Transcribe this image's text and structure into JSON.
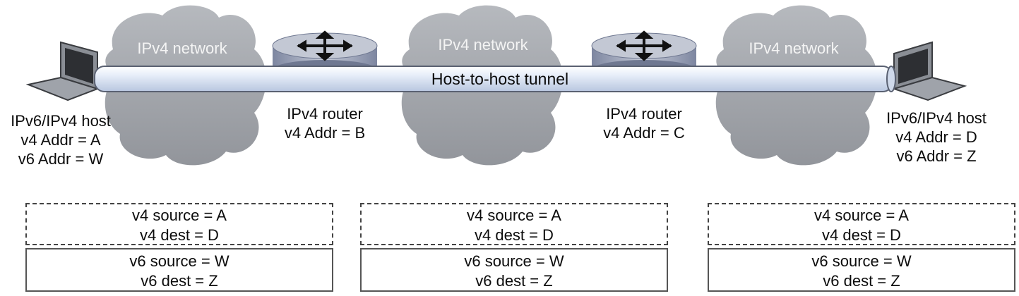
{
  "network_label": "IPv4 network",
  "tunnel_label": "Host-to-host tunnel",
  "host_left": {
    "title": "IPv6/IPv4 host",
    "v4": "v4 Addr = A",
    "v6": "v6 Addr = W"
  },
  "host_right": {
    "title": "IPv6/IPv4 host",
    "v4": "v4 Addr = D",
    "v6": "v6 Addr = Z"
  },
  "router_left": {
    "title": "IPv4 router",
    "v4": "v4 Addr = B"
  },
  "router_right": {
    "title": "IPv4 router",
    "v4": "v4 Addr = C"
  },
  "packets": [
    {
      "v4_source": "v4 source = A",
      "v4_dest": "v4 dest = D",
      "v6_source": "v6 source = W",
      "v6_dest": "v6 dest = Z"
    },
    {
      "v4_source": "v4 source = A",
      "v4_dest": "v4 dest = D",
      "v6_source": "v6 source = W",
      "v6_dest": "v6 dest = Z"
    },
    {
      "v4_source": "v4 source = A",
      "v4_dest": "v4 dest = D",
      "v6_source": "v6 source = W",
      "v6_dest": "v6 dest = Z"
    }
  ],
  "colors": {
    "cloud": "#a2a5ab",
    "tunnel": "#d6e2f4",
    "router_top": "#c3c8d4",
    "router_side": "#8a92a8",
    "laptop": "#7b7f86"
  }
}
